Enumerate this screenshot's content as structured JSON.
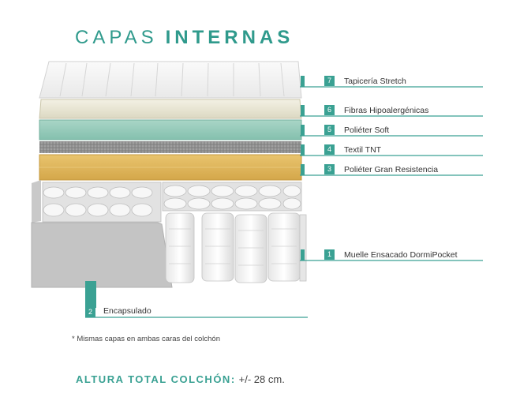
{
  "title": {
    "light": "CAPAS",
    "bold": "INTERNAS"
  },
  "colors": {
    "accent": "#3aa193",
    "title": "#2f9a8c"
  },
  "layers": [
    {
      "number": "7",
      "label": "Tapicería Stretch"
    },
    {
      "number": "6",
      "label": "Fibras Hipoalergénicas"
    },
    {
      "number": "5",
      "label": "Poliéter Soft"
    },
    {
      "number": "4",
      "label": "Textil TNT"
    },
    {
      "number": "3",
      "label": "Poliéter Gran Resistencia"
    },
    {
      "number": "1",
      "label": "Muelle Ensacado DormiPocket"
    },
    {
      "number": "2",
      "label": "Encapsulado"
    }
  ],
  "note": "* Mismas capas en ambas caras del colchón",
  "height": {
    "label": "ALTURA TOTAL COLCHÓN:",
    "value": "+/- 28 cm."
  }
}
